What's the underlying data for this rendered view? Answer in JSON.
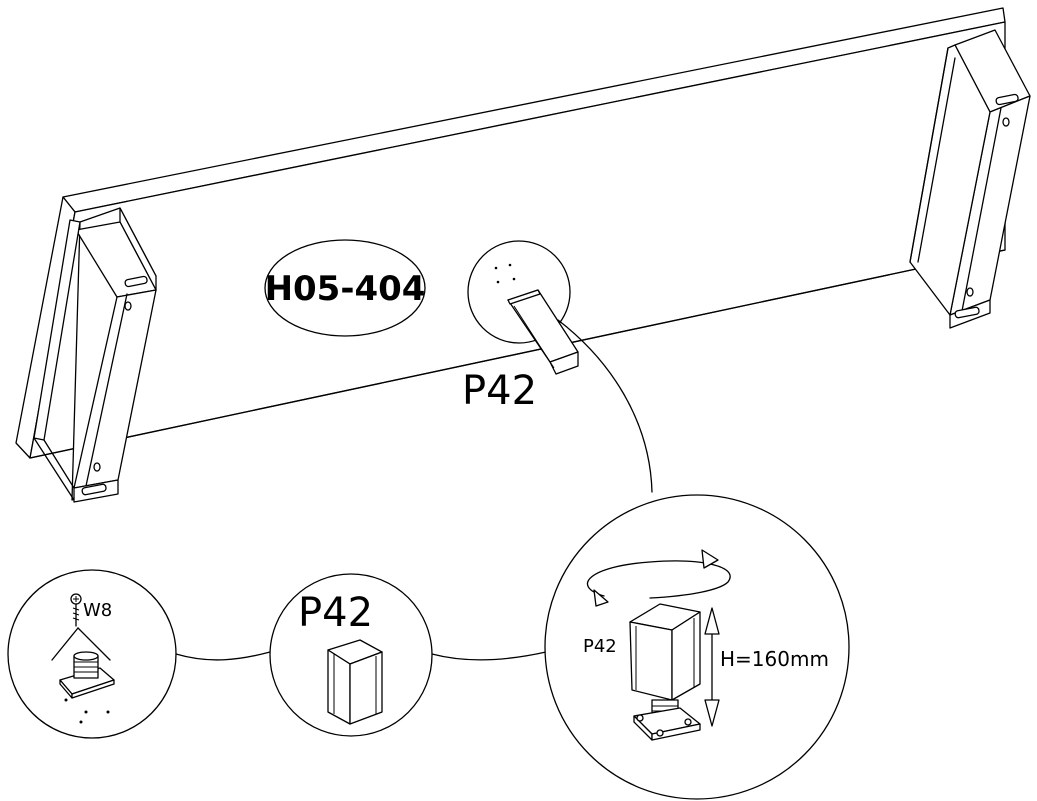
{
  "drawing": {
    "model_code": "H05-404",
    "main_part_label": "P42",
    "detail_part_label": "P42",
    "adjust_part_label": "P42",
    "screw_label": "W8",
    "height_label": "H=160mm"
  }
}
